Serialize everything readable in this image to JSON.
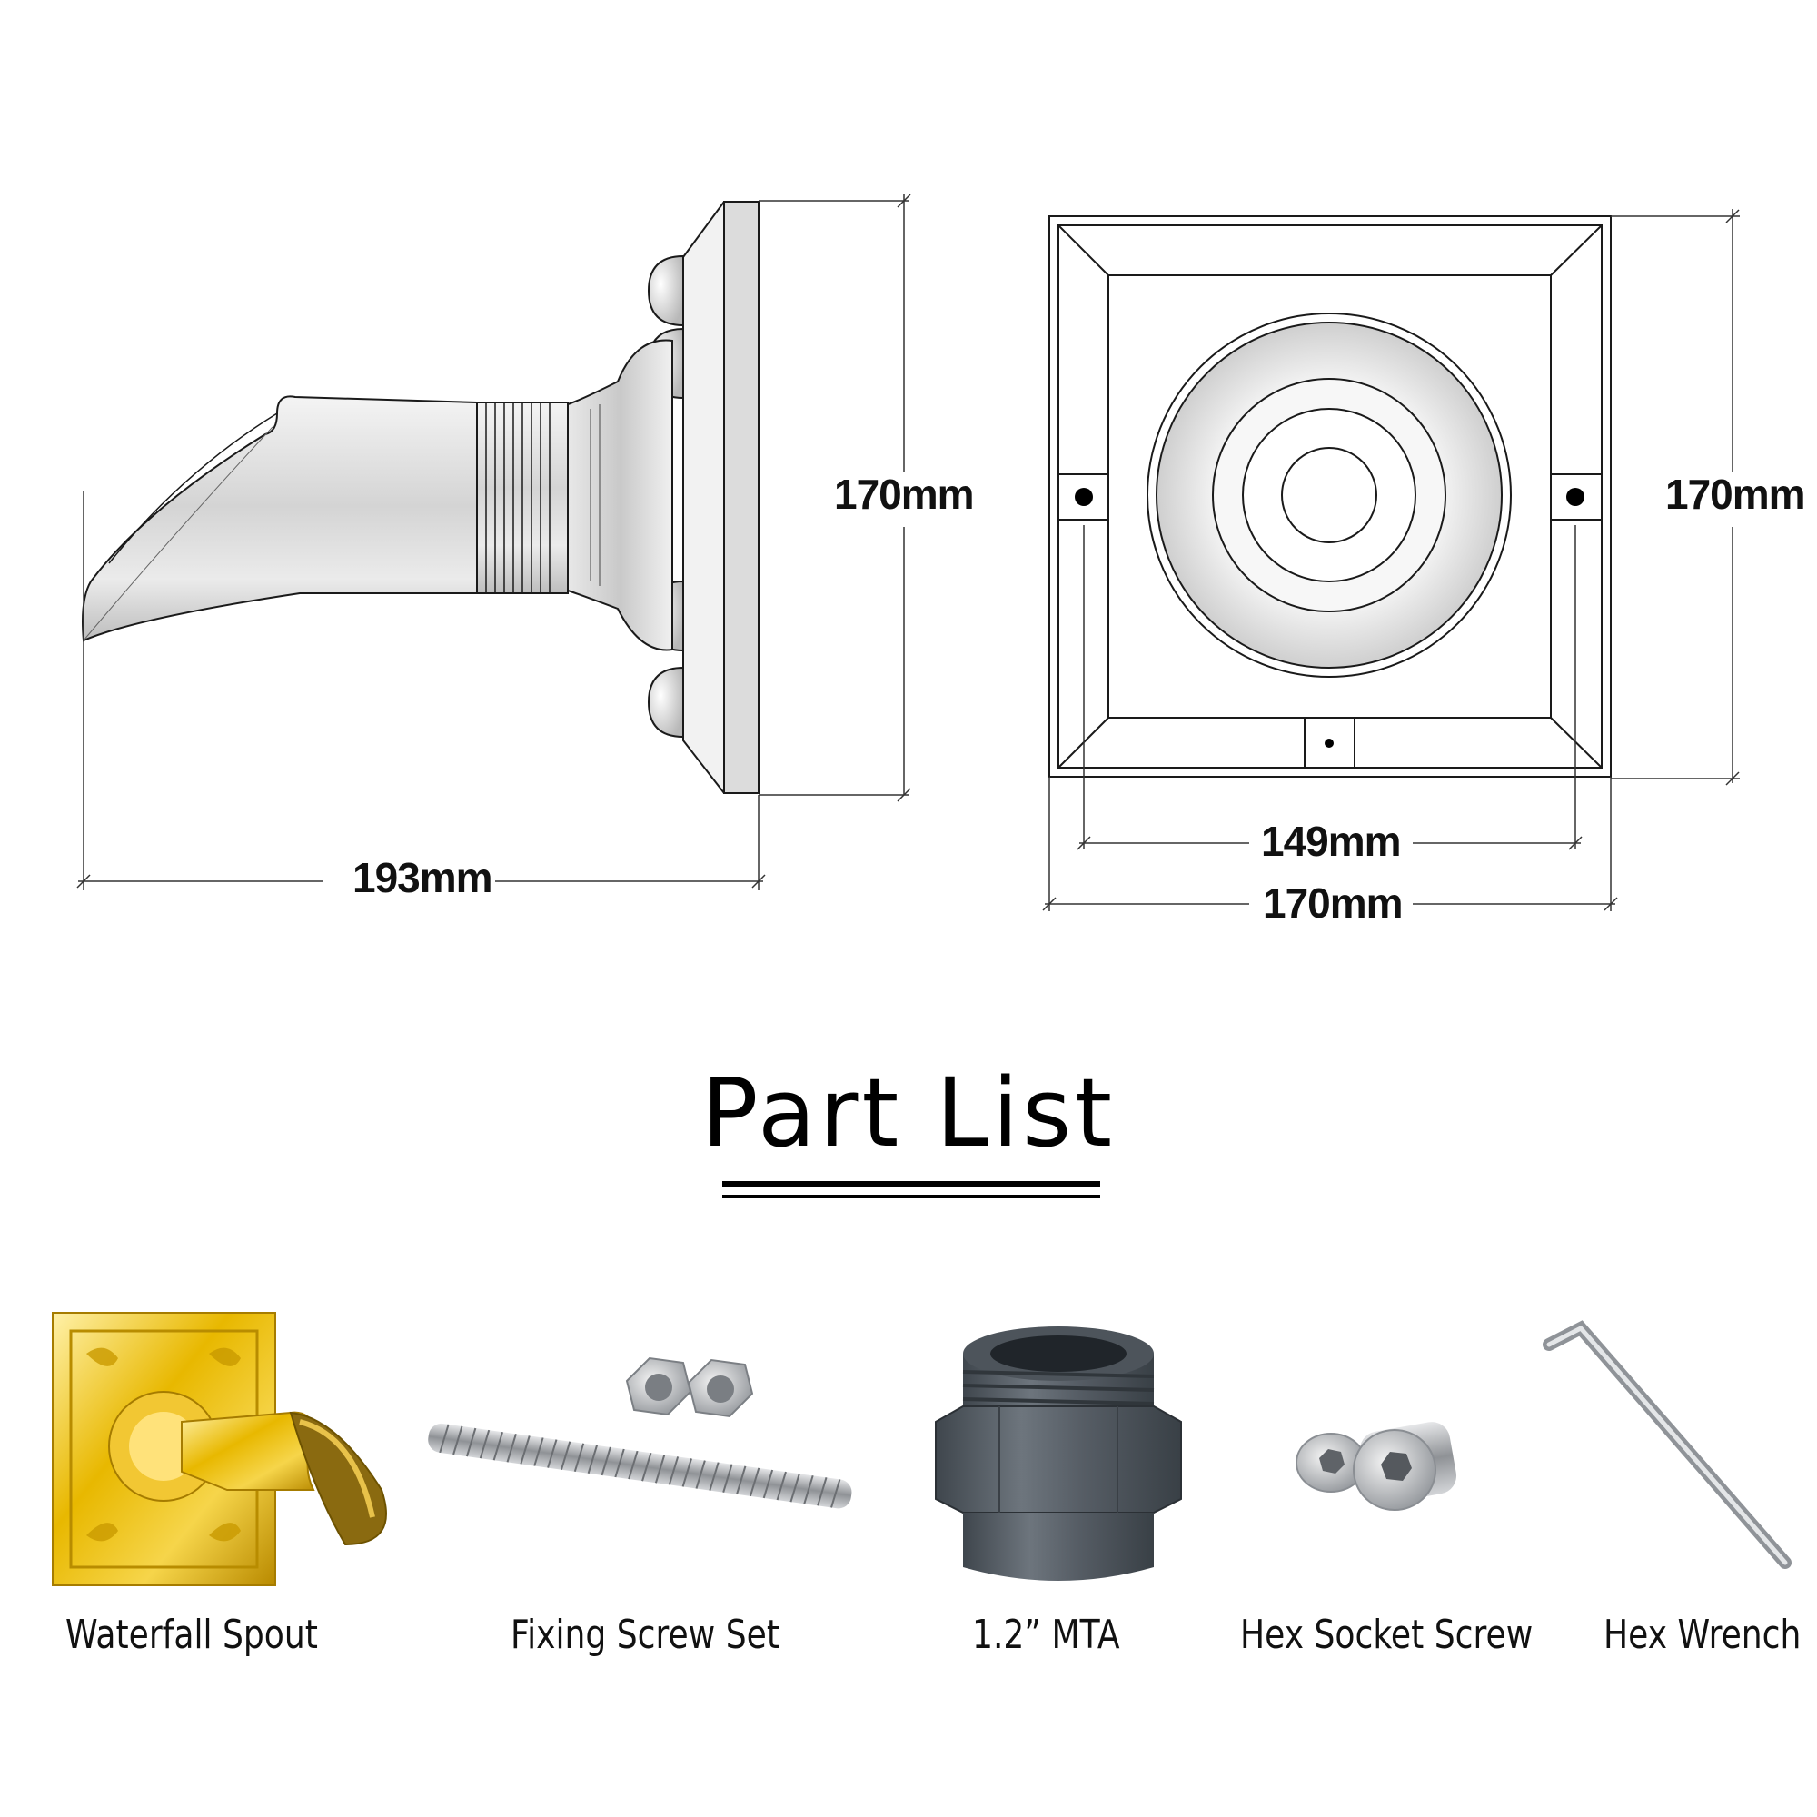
{
  "dimensions": {
    "side_width": "193mm",
    "side_height": "170mm",
    "front_height": "170mm",
    "hole_spacing": "149mm",
    "front_width": "170mm"
  },
  "part_list": {
    "title": "Part List",
    "items": [
      {
        "label": "Waterfall Spout",
        "icon": "brass-waterfall-spout"
      },
      {
        "label": "Fixing Screw Set",
        "icon": "threaded-rod-and-nuts"
      },
      {
        "label": "1.2”  MTA",
        "icon": "pvc-male-thread-adapter"
      },
      {
        "label": "Hex Socket Screw",
        "icon": "hex-socket-plugs"
      },
      {
        "label": "Hex Wrench",
        "icon": "allen-key"
      }
    ]
  },
  "colors": {
    "line": "#1a1a1a",
    "brass": "#d9a400",
    "pvc_gray": "#5d646c",
    "steel": "#b9bcc0"
  }
}
